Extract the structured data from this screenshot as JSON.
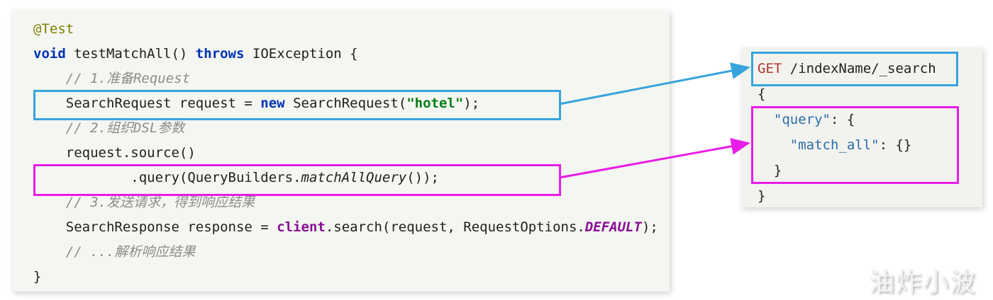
{
  "watermark": "油炸小波",
  "colors": {
    "annotation": "#808000",
    "keyword": "#0033b3",
    "comment": "#8c8c8c",
    "string": "#067d17",
    "purple": "#871094",
    "http-red": "#b0352c",
    "json-key": "#2b6dad",
    "highlight-blue": "#38a3dc",
    "highlight-magenta": "#e81ce8"
  },
  "java_panel": {
    "lines": [
      {
        "tokens": [
          {
            "t": "@Test",
            "c": "annotation"
          }
        ]
      },
      {
        "tokens": [
          {
            "t": "void",
            "c": "keyword"
          },
          {
            "t": " testMatchAll() ",
            "c": "plain"
          },
          {
            "t": "throws",
            "c": "keyword"
          },
          {
            "t": " IOException {",
            "c": "plain"
          }
        ]
      },
      {
        "tokens": [
          {
            "t": "    ",
            "c": "plain"
          },
          {
            "t": "// 1.准备Request",
            "c": "comment"
          }
        ]
      },
      {
        "tokens": [
          {
            "t": "    SearchRequest request = ",
            "c": "plain"
          },
          {
            "t": "new",
            "c": "keyword"
          },
          {
            "t": " SearchRequest(",
            "c": "plain"
          },
          {
            "t": "\"hotel\"",
            "c": "string"
          },
          {
            "t": ");",
            "c": "plain"
          }
        ]
      },
      {
        "tokens": [
          {
            "t": "    ",
            "c": "plain"
          },
          {
            "t": "// 2.组织DSL参数",
            "c": "comment"
          }
        ]
      },
      {
        "tokens": [
          {
            "t": "    request.source()",
            "c": "plain"
          }
        ]
      },
      {
        "tokens": [
          {
            "t": "            .query(QueryBuilders.",
            "c": "plain"
          },
          {
            "t": "matchAllQuery",
            "c": "static-method"
          },
          {
            "t": "());",
            "c": "plain"
          }
        ]
      },
      {
        "tokens": [
          {
            "t": "    ",
            "c": "plain"
          },
          {
            "t": "// 3.发送请求，得到响应结果",
            "c": "comment"
          }
        ]
      },
      {
        "tokens": [
          {
            "t": "    SearchResponse response = ",
            "c": "plain"
          },
          {
            "t": "client",
            "c": "field"
          },
          {
            "t": ".search(request, RequestOptions.",
            "c": "plain"
          },
          {
            "t": "DEFAULT",
            "c": "constant"
          },
          {
            "t": ");",
            "c": "plain"
          }
        ]
      },
      {
        "tokens": [
          {
            "t": "    ",
            "c": "plain"
          },
          {
            "t": "// ...解析响应结果",
            "c": "comment"
          }
        ]
      },
      {
        "tokens": [
          {
            "t": "}",
            "c": "plain"
          }
        ]
      }
    ]
  },
  "dsl_panel": {
    "lines": [
      {
        "tokens": [
          {
            "t": "GET",
            "c": "http-method"
          },
          {
            "t": " /indexName/_search",
            "c": "plain"
          }
        ]
      },
      {
        "tokens": [
          {
            "t": "{",
            "c": "plain"
          }
        ]
      },
      {
        "tokens": [
          {
            "t": "  ",
            "c": "plain"
          },
          {
            "t": "\"query\"",
            "c": "json-key"
          },
          {
            "t": ": {",
            "c": "plain"
          }
        ]
      },
      {
        "tokens": [
          {
            "t": "    ",
            "c": "plain"
          },
          {
            "t": "\"match_all\"",
            "c": "json-key"
          },
          {
            "t": ": {}",
            "c": "plain"
          }
        ]
      },
      {
        "tokens": [
          {
            "t": "  }",
            "c": "plain"
          }
        ]
      },
      {
        "tokens": [
          {
            "t": "}",
            "c": "plain"
          }
        ]
      }
    ]
  }
}
